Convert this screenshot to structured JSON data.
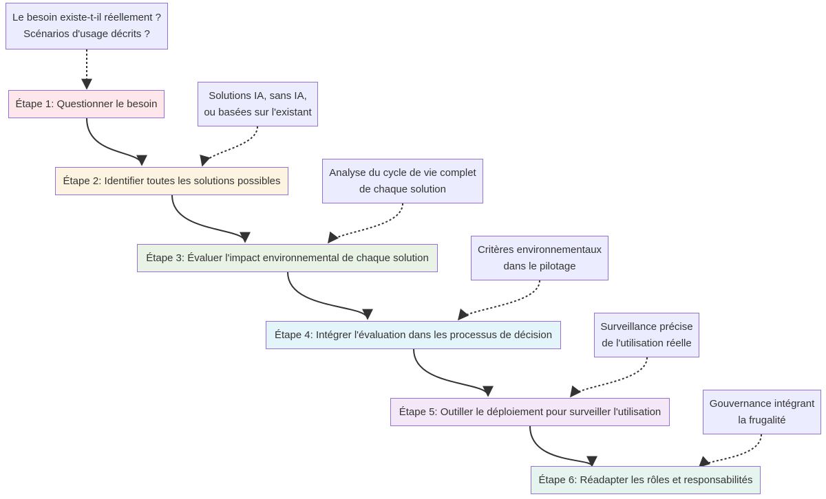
{
  "diagram": {
    "steps": [
      {
        "id": "step1",
        "label": "Étape 1: Questionner le besoin",
        "color": "#fde7ea"
      },
      {
        "id": "step2",
        "label": "Étape 2: Identifier toutes les solutions possibles",
        "color": "#fdf3e1"
      },
      {
        "id": "step3",
        "label": "Étape 3: Évaluer l'impact environnemental de chaque solution",
        "color": "#e8f3e6"
      },
      {
        "id": "step4",
        "label": "Étape 4: Intégrer l'évaluation dans les processus de décision",
        "color": "#e3f4fb"
      },
      {
        "id": "step5",
        "label": "Étape 5: Outiller le déploiement pour surveiller l'utilisation",
        "color": "#f4e7f7"
      },
      {
        "id": "step6",
        "label": "Étape 6: Réadapter les rôles et responsabilités",
        "color": "#e6f4ef"
      }
    ],
    "notes": [
      {
        "id": "note1",
        "lines": [
          "Le besoin existe-t-il réellement ?",
          "Scénarios d'usage décrits ?"
        ],
        "target": "step1"
      },
      {
        "id": "note2",
        "lines": [
          "Solutions IA, sans IA,",
          "ou basées sur l'existant"
        ],
        "target": "step2"
      },
      {
        "id": "note3",
        "lines": [
          "Analyse du cycle de vie complet",
          "de chaque solution"
        ],
        "target": "step3"
      },
      {
        "id": "note4",
        "lines": [
          "Critères environnementaux",
          "dans le pilotage"
        ],
        "target": "step4"
      },
      {
        "id": "note5",
        "lines": [
          "Surveillance précise",
          "de l'utilisation réelle"
        ],
        "target": "step5"
      },
      {
        "id": "note6",
        "lines": [
          "Gouvernance intégrant",
          "la frugalité"
        ],
        "target": "step6"
      }
    ],
    "colors": {
      "note_fill": "#ececff",
      "border": "#9370db",
      "edge": "#333333",
      "text": "#333333"
    }
  }
}
